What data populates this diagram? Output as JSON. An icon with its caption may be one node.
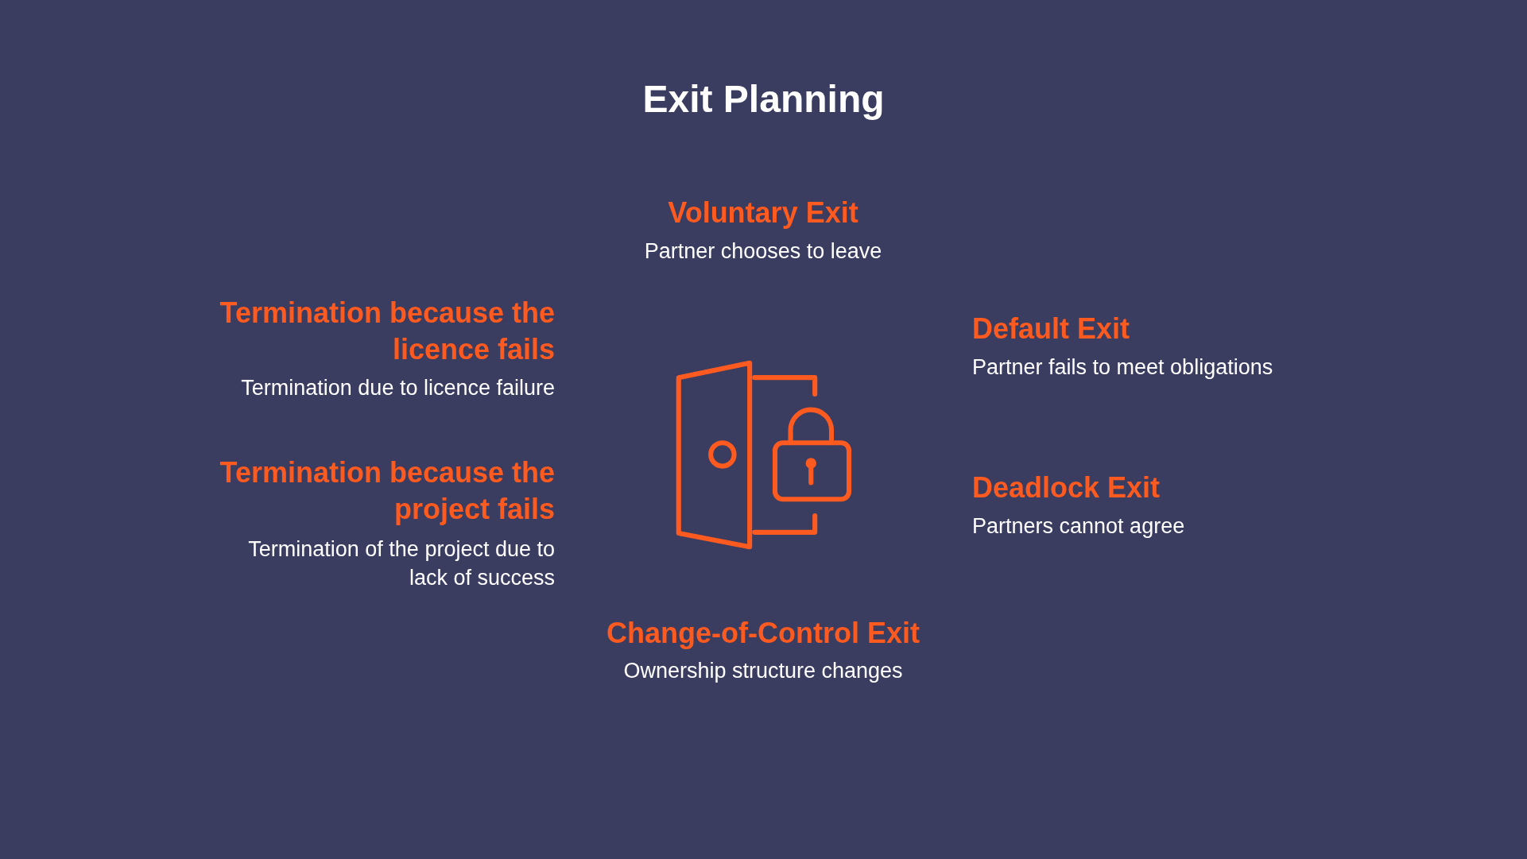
{
  "diagram": {
    "title": "Exit Planning",
    "labels": [
      "Voluntary Exit",
      "Partner chooses to leave",
      "Termination because the licence fails",
      "Termination due to licence failure",
      "Default Exit",
      "Partner fails to meet obligations",
      "Termination because the project fails",
      "Termination of the project due to lack of success",
      "Deadlock Exit",
      "Partners cannot agree",
      "Change-of-Control Exit",
      "Ownership structure changes"
    ]
  }
}
